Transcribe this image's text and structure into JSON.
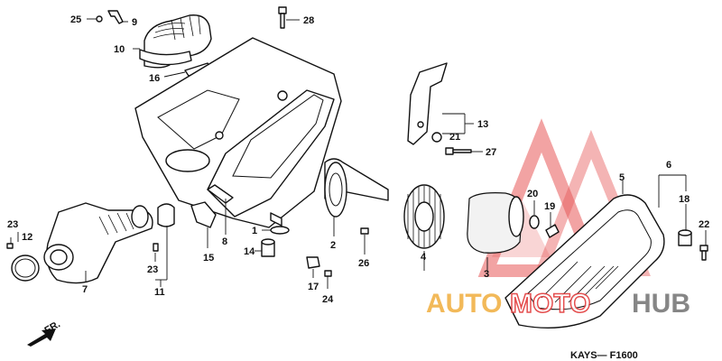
{
  "diagram": {
    "part_labels": {
      "p1": "1",
      "p2": "2",
      "p3": "3",
      "p4": "4",
      "p5": "5",
      "p6": "6",
      "p7": "7",
      "p8": "8",
      "p9": "9",
      "p10": "10",
      "p11": "11",
      "p12": "12",
      "p13": "13",
      "p14": "14",
      "p15": "15",
      "p16": "16",
      "p17": "17",
      "p18": "18",
      "p19": "19",
      "p20": "20",
      "p21": "21",
      "p22": "22",
      "p23a": "23",
      "p23b": "23",
      "p24": "24",
      "p25": "25",
      "p26": "26",
      "p27": "27",
      "p28": "28"
    },
    "front_indicator": "FR.",
    "code": "KAYS— F1600"
  },
  "watermark": {
    "text_auto": "AUTO",
    "text_moto": "MOTO",
    "text_hub": "HUB",
    "color_red": "#e23b3b",
    "color_orange": "#f0a830",
    "color_gray": "#7a7a7a"
  }
}
